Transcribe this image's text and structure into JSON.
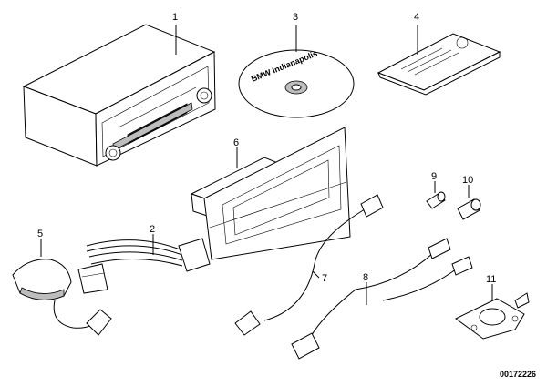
{
  "callouts": {
    "c1": "1",
    "c2": "2",
    "c3": "3",
    "c4": "4",
    "c5": "5",
    "c6": "6",
    "c7": "7",
    "c8": "8",
    "c9": "9",
    "c10": "10",
    "c11": "11"
  },
  "cd_label": "BMW Indianapolis",
  "document_id": "00172226"
}
